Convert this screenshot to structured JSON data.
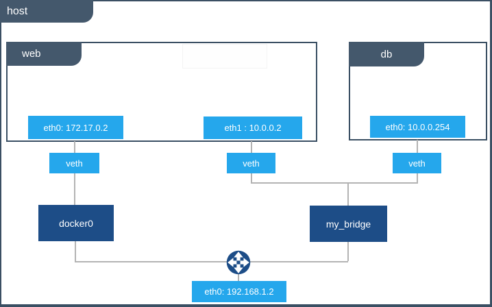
{
  "host": {
    "label": "host"
  },
  "containers": {
    "web": {
      "label": "web",
      "interfaces": [
        {
          "label": "eth0: 172.17.0.2"
        },
        {
          "label": "eth1 : 10.0.0.2"
        }
      ]
    },
    "db": {
      "label": "db",
      "interfaces": [
        {
          "label": "eth0: 10.0.0.254"
        }
      ]
    }
  },
  "veths": [
    {
      "label": "veth"
    },
    {
      "label": "veth"
    },
    {
      "label": "veth"
    }
  ],
  "bridges": [
    {
      "label": "docker0"
    },
    {
      "label": "my_bridge"
    }
  ],
  "host_interface": {
    "label": "eth0: 192.168.1.2"
  },
  "icons": {
    "router": "four-direction-arrows-router-icon"
  },
  "colors": {
    "slate": "#44586c",
    "slate_border": "#3a4f63",
    "blue": "#25a7ec",
    "navy": "#1d4d87",
    "line": "#b3b3b3"
  }
}
